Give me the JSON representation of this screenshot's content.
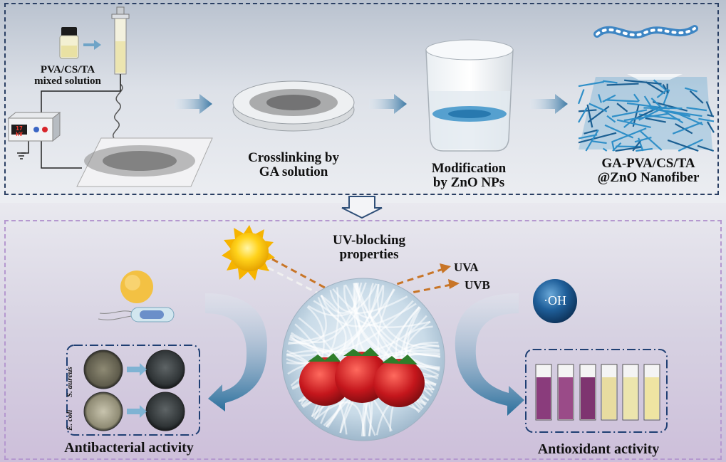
{
  "top": {
    "solution_label_line1": "PVA/CS/TA",
    "solution_label_line2": "mixed solution",
    "voltage_display": "17 kV",
    "step1_line1": "Crosslinking by",
    "step1_line2": "GA solution",
    "step2_line1": "Modification",
    "step2_line2": "by ZnO NPs",
    "product_line1": "GA-PVA/CS/TA",
    "product_line2": "@ZnO Nanofiber"
  },
  "bottom": {
    "uv_line1": "UV-blocking",
    "uv_line2": "properties",
    "uva": "UVA",
    "uvb": "UVB",
    "radical": "·OH",
    "s_aureus": "S. aureus",
    "e_coli": "E. coli",
    "antibacterial": "Antibacterial activity",
    "antioxidant": "Antioxidant activity"
  },
  "colors": {
    "frame_top": "#2a3f63",
    "frame_bottom": "#b598cf",
    "arrow_blue": "#3f7aa5",
    "fiber_blue": "#2f8fc8",
    "uv_arrow": "#c87527"
  }
}
